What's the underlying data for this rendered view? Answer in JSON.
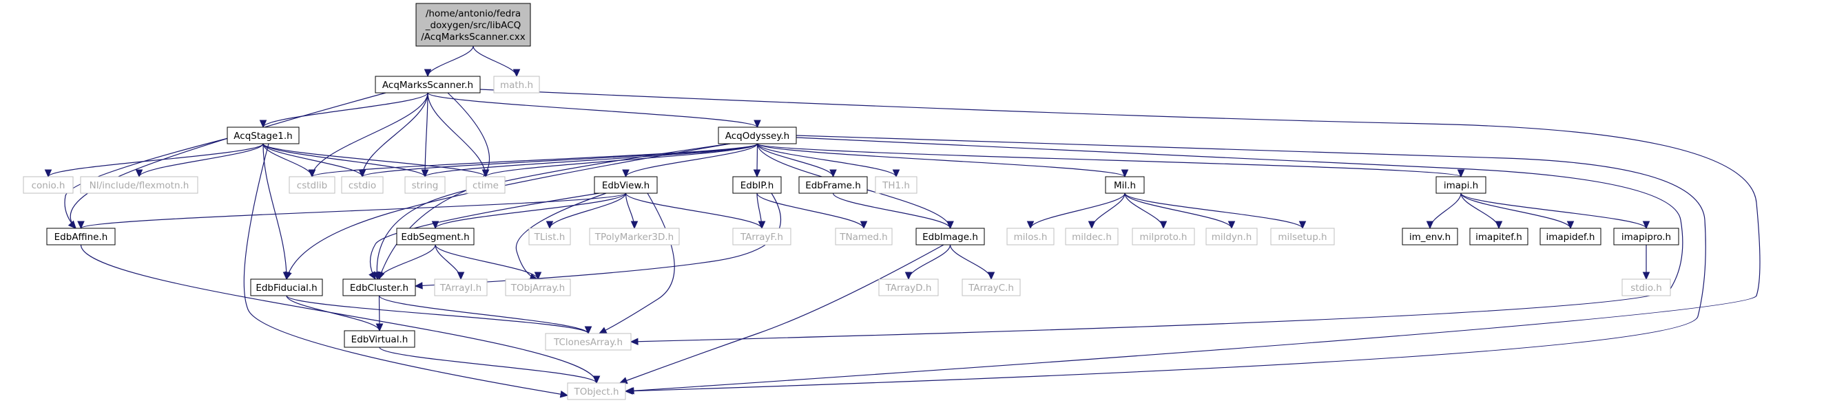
{
  "graph": {
    "title_lines": [
      "/home/antonio/fedra",
      "_doxygen/src/libACQ",
      "/AcqMarksScanner.cxx"
    ],
    "nodes": [
      {
        "id": "root",
        "label": "/home/antonio/fedra\n_doxygen/src/libACQ\n/AcqMarksScanner.cxx",
        "kind": "root"
      },
      {
        "id": "AcqMarksScanner_h",
        "label": "AcqMarksScanner.h",
        "kind": "doc"
      },
      {
        "id": "math_h",
        "label": "math.h",
        "kind": "ext"
      },
      {
        "id": "AcqStage1_h",
        "label": "AcqStage1.h",
        "kind": "doc"
      },
      {
        "id": "AcqOdyssey_h",
        "label": "AcqOdyssey.h",
        "kind": "doc"
      },
      {
        "id": "conio_h",
        "label": "conio.h",
        "kind": "ext"
      },
      {
        "id": "flexmotn_h",
        "label": "NI/include/flexmotn.h",
        "kind": "ext"
      },
      {
        "id": "cstdlib",
        "label": "cstdlib",
        "kind": "ext"
      },
      {
        "id": "cstdio",
        "label": "cstdio",
        "kind": "ext"
      },
      {
        "id": "string",
        "label": "string",
        "kind": "ext"
      },
      {
        "id": "ctime",
        "label": "ctime",
        "kind": "ext"
      },
      {
        "id": "EdbView_h",
        "label": "EdbView.h",
        "kind": "doc"
      },
      {
        "id": "EdbIP_h",
        "label": "EdbIP.h",
        "kind": "doc"
      },
      {
        "id": "EdbFrame_h",
        "label": "EdbFrame.h",
        "kind": "doc"
      },
      {
        "id": "TH1_h",
        "label": "TH1.h",
        "kind": "ext"
      },
      {
        "id": "Mil_h",
        "label": "Mil.h",
        "kind": "doc"
      },
      {
        "id": "imapi_h",
        "label": "imapi.h",
        "kind": "doc"
      },
      {
        "id": "EdbAffine_h",
        "label": "EdbAffine.h",
        "kind": "doc"
      },
      {
        "id": "EdbSegment_h",
        "label": "EdbSegment.h",
        "kind": "doc"
      },
      {
        "id": "TList_h",
        "label": "TList.h",
        "kind": "ext"
      },
      {
        "id": "TPolyMarker3D_h",
        "label": "TPolyMarker3D.h",
        "kind": "ext"
      },
      {
        "id": "TArrayF_h",
        "label": "TArrayF.h",
        "kind": "ext"
      },
      {
        "id": "TNamed_h",
        "label": "TNamed.h",
        "kind": "ext"
      },
      {
        "id": "EdbImage_h",
        "label": "EdbImage.h",
        "kind": "doc"
      },
      {
        "id": "milos_h",
        "label": "milos.h",
        "kind": "ext"
      },
      {
        "id": "mildec_h",
        "label": "mildec.h",
        "kind": "ext"
      },
      {
        "id": "milproto_h",
        "label": "milproto.h",
        "kind": "ext"
      },
      {
        "id": "mildyn_h",
        "label": "mildyn.h",
        "kind": "ext"
      },
      {
        "id": "milsetup_h",
        "label": "milsetup.h",
        "kind": "ext"
      },
      {
        "id": "im_env_h",
        "label": "im_env.h",
        "kind": "doc"
      },
      {
        "id": "imapitef_h",
        "label": "imapitef.h",
        "kind": "doc"
      },
      {
        "id": "imapidef_h",
        "label": "imapidef.h",
        "kind": "doc"
      },
      {
        "id": "imapipro_h",
        "label": "imapipro.h",
        "kind": "doc"
      },
      {
        "id": "EdbFiducial_h",
        "label": "EdbFiducial.h",
        "kind": "doc"
      },
      {
        "id": "EdbCluster_h",
        "label": "EdbCluster.h",
        "kind": "doc"
      },
      {
        "id": "TArrayI_h",
        "label": "TArrayI.h",
        "kind": "ext"
      },
      {
        "id": "TObjArray_h",
        "label": "TObjArray.h",
        "kind": "ext"
      },
      {
        "id": "TArrayD_h",
        "label": "TArrayD.h",
        "kind": "ext"
      },
      {
        "id": "TArrayC_h",
        "label": "TArrayC.h",
        "kind": "ext"
      },
      {
        "id": "stdio_h",
        "label": "stdio.h",
        "kind": "ext"
      },
      {
        "id": "EdbVirtual_h",
        "label": "EdbVirtual.h",
        "kind": "doc"
      },
      {
        "id": "TClonesArray_h",
        "label": "TClonesArray.h",
        "kind": "ext"
      },
      {
        "id": "TObject_h",
        "label": "TObject.h",
        "kind": "ext"
      }
    ],
    "edges": [
      [
        "root",
        "AcqMarksScanner_h"
      ],
      [
        "root",
        "math_h"
      ],
      [
        "AcqMarksScanner_h",
        "AcqStage1_h"
      ],
      [
        "AcqMarksScanner_h",
        "AcqOdyssey_h"
      ],
      [
        "AcqMarksScanner_h",
        "cstdlib"
      ],
      [
        "AcqMarksScanner_h",
        "cstdio"
      ],
      [
        "AcqMarksScanner_h",
        "string"
      ],
      [
        "AcqMarksScanner_h",
        "ctime"
      ],
      [
        "AcqMarksScanner_h",
        "EdbAffine_h"
      ],
      [
        "AcqMarksScanner_h",
        "EdbCluster_h"
      ],
      [
        "AcqMarksScanner_h",
        "TObject_h"
      ],
      [
        "AcqStage1_h",
        "conio_h"
      ],
      [
        "AcqStage1_h",
        "flexmotn_h"
      ],
      [
        "AcqStage1_h",
        "cstdlib"
      ],
      [
        "AcqStage1_h",
        "cstdio"
      ],
      [
        "AcqStage1_h",
        "string"
      ],
      [
        "AcqStage1_h",
        "ctime"
      ],
      [
        "AcqStage1_h",
        "EdbAffine_h"
      ],
      [
        "AcqStage1_h",
        "EdbFiducial_h"
      ],
      [
        "AcqStage1_h",
        "TObject_h"
      ],
      [
        "AcqOdyssey_h",
        "cstdlib"
      ],
      [
        "AcqOdyssey_h",
        "cstdio"
      ],
      [
        "AcqOdyssey_h",
        "string"
      ],
      [
        "AcqOdyssey_h",
        "ctime"
      ],
      [
        "AcqOdyssey_h",
        "EdbView_h"
      ],
      [
        "AcqOdyssey_h",
        "EdbIP_h"
      ],
      [
        "AcqOdyssey_h",
        "EdbFrame_h"
      ],
      [
        "AcqOdyssey_h",
        "TH1_h"
      ],
      [
        "AcqOdyssey_h",
        "Mil_h"
      ],
      [
        "AcqOdyssey_h",
        "imapi_h"
      ],
      [
        "AcqOdyssey_h",
        "EdbImage_h"
      ],
      [
        "AcqOdyssey_h",
        "EdbCluster_h"
      ],
      [
        "AcqOdyssey_h",
        "EdbFiducial_h"
      ],
      [
        "AcqOdyssey_h",
        "TClonesArray_h"
      ],
      [
        "AcqOdyssey_h",
        "TObject_h"
      ],
      [
        "EdbView_h",
        "EdbAffine_h"
      ],
      [
        "EdbView_h",
        "EdbSegment_h"
      ],
      [
        "EdbView_h",
        "TList_h"
      ],
      [
        "EdbView_h",
        "TPolyMarker3D_h"
      ],
      [
        "EdbView_h",
        "TArrayF_h"
      ],
      [
        "EdbView_h",
        "EdbCluster_h"
      ],
      [
        "EdbView_h",
        "TObjArray_h"
      ],
      [
        "EdbView_h",
        "TClonesArray_h"
      ],
      [
        "EdbIP_h",
        "TArrayF_h"
      ],
      [
        "EdbIP_h",
        "TNamed_h"
      ],
      [
        "EdbIP_h",
        "EdbCluster_h"
      ],
      [
        "EdbFrame_h",
        "EdbImage_h"
      ],
      [
        "Mil_h",
        "milos_h"
      ],
      [
        "Mil_h",
        "mildec_h"
      ],
      [
        "Mil_h",
        "milproto_h"
      ],
      [
        "Mil_h",
        "mildyn_h"
      ],
      [
        "Mil_h",
        "milsetup_h"
      ],
      [
        "imapi_h",
        "im_env_h"
      ],
      [
        "imapi_h",
        "imapitef_h"
      ],
      [
        "imapi_h",
        "imapidef_h"
      ],
      [
        "imapi_h",
        "imapipro_h"
      ],
      [
        "imapipro_h",
        "stdio_h"
      ],
      [
        "EdbSegment_h",
        "EdbCluster_h"
      ],
      [
        "EdbSegment_h",
        "TArrayI_h"
      ],
      [
        "EdbSegment_h",
        "TObjArray_h"
      ],
      [
        "EdbImage_h",
        "TArrayD_h"
      ],
      [
        "EdbImage_h",
        "TArrayC_h"
      ],
      [
        "EdbImage_h",
        "TObject_h"
      ],
      [
        "EdbAffine_h",
        "TObject_h"
      ],
      [
        "EdbFiducial_h",
        "EdbVirtual_h"
      ],
      [
        "EdbFiducial_h",
        "TClonesArray_h"
      ],
      [
        "EdbCluster_h",
        "EdbVirtual_h"
      ],
      [
        "EdbCluster_h",
        "TClonesArray_h"
      ],
      [
        "EdbVirtual_h",
        "TObject_h"
      ]
    ]
  }
}
